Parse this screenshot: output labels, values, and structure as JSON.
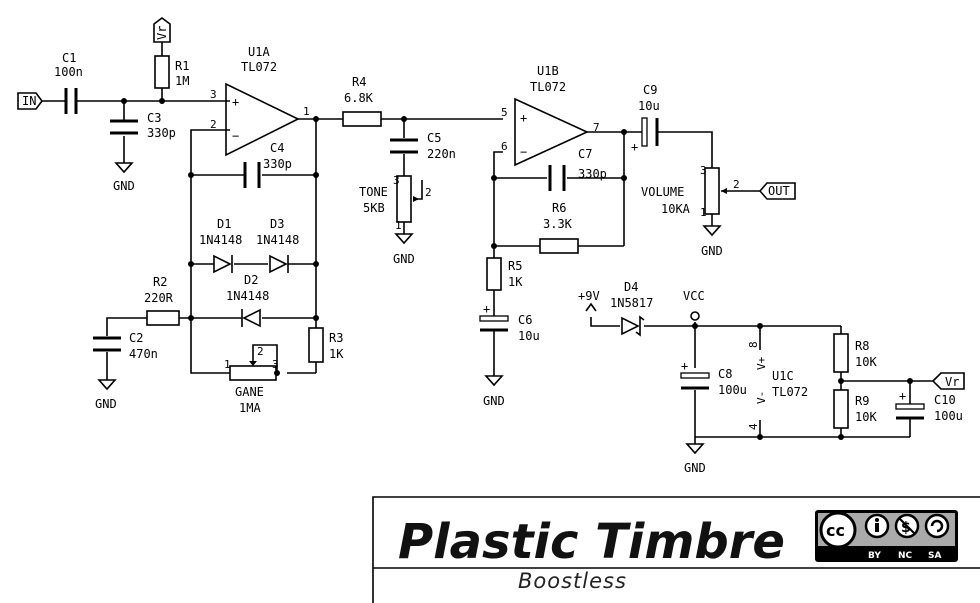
{
  "labels": {
    "IN": "IN",
    "OUT": "OUT",
    "Vr": "Vr",
    "Vr2": "Vr",
    "GND": "GND",
    "VCC": "VCC",
    "P9V": "+9V",
    "C1": "C1",
    "C1v": "100n",
    "R1": "R1",
    "R1v": "1M",
    "C3": "C3",
    "C3v": "330p",
    "U1A": "U1A",
    "U1Av": "TL072",
    "C4": "C4",
    "C4v": "330p",
    "D1": "D1",
    "D1v": "1N4148",
    "D3": "D3",
    "D3v": "1N4148",
    "D2": "D2",
    "D2v": "1N4148",
    "R2": "R2",
    "R2v": "220R",
    "C2": "C2",
    "C2v": "470n",
    "R3": "R3",
    "R3v": "1K",
    "GANE": "GANE",
    "GANEv": "1MA",
    "R4": "R4",
    "R4v": "6.8K",
    "C5": "C5",
    "C5v": "220n",
    "TONE": "TONE",
    "TONEv": "5KB",
    "U1B": "U1B",
    "U1Bv": "TL072",
    "C7": "C7",
    "C7v": "330p",
    "R6": "R6",
    "R6v": "3.3K",
    "R5": "R5",
    "R5v": "1K",
    "C6": "C6",
    "C6v": "10u",
    "C9": "C9",
    "C9v": "10u",
    "VOL": "VOLUME",
    "VOLv": "10KA",
    "D4": "D4",
    "D4v": "1N5817",
    "C8": "C8",
    "C8v": "100u",
    "U1C": "U1C",
    "U1Cv": "TL072",
    "Vp": "V+",
    "Vm": "V-",
    "R8": "R8",
    "R8v": "10K",
    "R9": "R9",
    "R9v": "10K",
    "C10": "C10",
    "C10v": "100u"
  },
  "pins": {
    "p1": "1",
    "p2": "2",
    "p3": "3",
    "p4": "4",
    "p5": "5",
    "p6": "6",
    "p7": "7",
    "p8": "8",
    "plus": "+",
    "minus": "-"
  },
  "title_block": {
    "title": "Plastic Timbre",
    "subtitle": "Boostless"
  },
  "license": {
    "cc": "cc",
    "by": "BY",
    "nc": "NC",
    "sa": "SA"
  }
}
